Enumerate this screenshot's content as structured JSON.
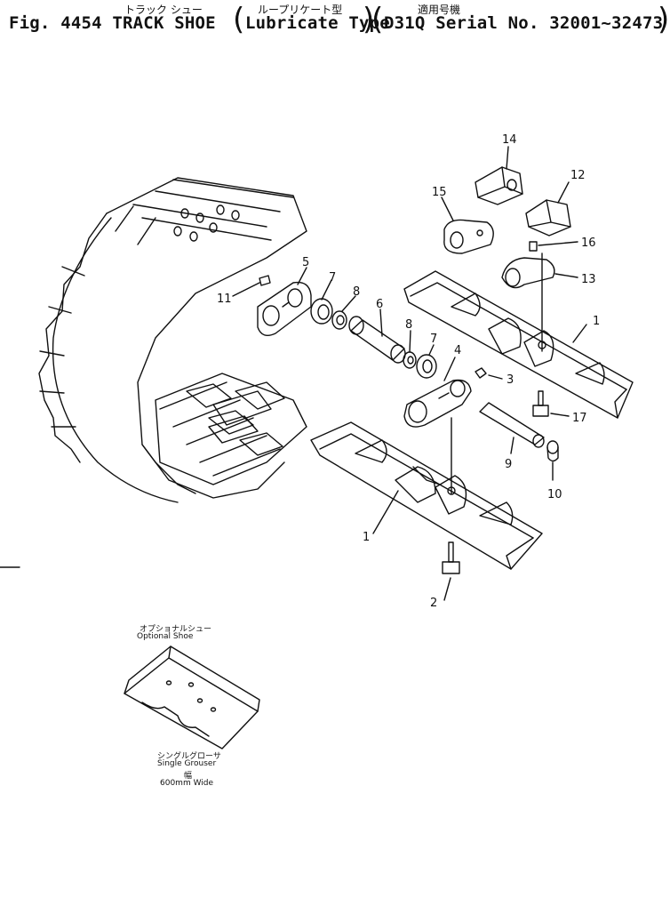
{
  "header": {
    "jp_track_shoe": "トラック シュー",
    "jp_lube_type": "ループリケート型",
    "jp_applicable": "適用号機",
    "fig_label": "Fig. 4454 TRACK SHOE",
    "type_label": "Lubricate Type",
    "serial_label": "D31Q Serial No. 32001~32473"
  },
  "callouts": {
    "c1a": "1",
    "c1b": "1",
    "c2": "2",
    "c3": "3",
    "c4": "4",
    "c5": "5",
    "c6": "6",
    "c7a": "7",
    "c7b": "7",
    "c8a": "8",
    "c8b": "8",
    "c9": "9",
    "c10": "10",
    "c11": "11",
    "c12": "12",
    "c13": "13",
    "c14": "14",
    "c15": "15",
    "c16": "16",
    "c17": "17"
  },
  "optional": {
    "jp": "オプショナルシュー",
    "en": "Optional Shoe"
  },
  "grouser": {
    "jp": "シングルグローサ",
    "en": "Single Grouser",
    "jp_width": "幅",
    "en_width": "600mm Wide"
  }
}
